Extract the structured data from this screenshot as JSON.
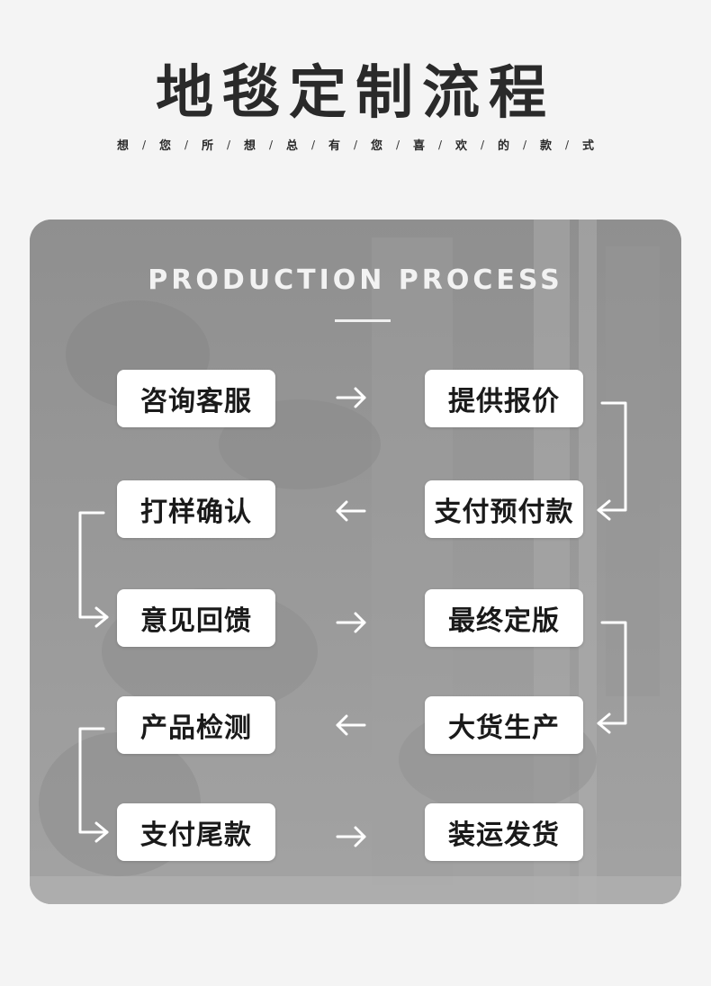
{
  "title": "地毯定制流程",
  "subtitle_chars": [
    "想",
    "您",
    "所",
    "想",
    "总",
    "有",
    "您",
    "喜",
    "欢",
    "的",
    "款",
    "式"
  ],
  "subtitle_separator": "/",
  "english_title": "PRODUCTION PROCESS",
  "steps": [
    {
      "label": "咨询客服"
    },
    {
      "label": "提供报价"
    },
    {
      "label": "支付预付款"
    },
    {
      "label": "打样确认"
    },
    {
      "label": "意见回馈"
    },
    {
      "label": "最终定版"
    },
    {
      "label": "大货生产"
    },
    {
      "label": "产品检测"
    },
    {
      "label": "支付尾款"
    },
    {
      "label": "装运发货"
    }
  ],
  "colors": {
    "background": "#f4f4f4",
    "panel": "#9c9c9c",
    "node": "#ffffff",
    "text": "#1a1a1a",
    "arrow": "#ffffff"
  }
}
